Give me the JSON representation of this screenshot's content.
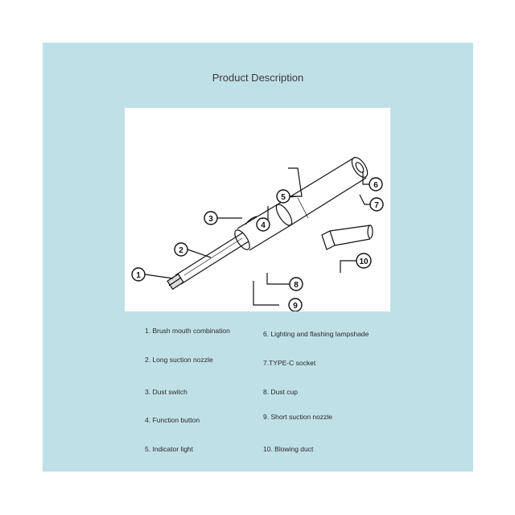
{
  "title": "Product Description",
  "parts_left": [
    "1. Brush mouth combination",
    "2. Long suction nozzle",
    "3. Dust switch",
    "4. Function button",
    "5. Indicator light"
  ],
  "parts_right": [
    "6. Lighting and flashing lampshade",
    "7.TYPE-C socket",
    "8. Dust cup",
    "9. Short suction nozzle",
    "10. Blowing duct"
  ],
  "callouts": [
    "1",
    "2",
    "3",
    "4",
    "5",
    "6",
    "7",
    "8",
    "9",
    "10"
  ]
}
